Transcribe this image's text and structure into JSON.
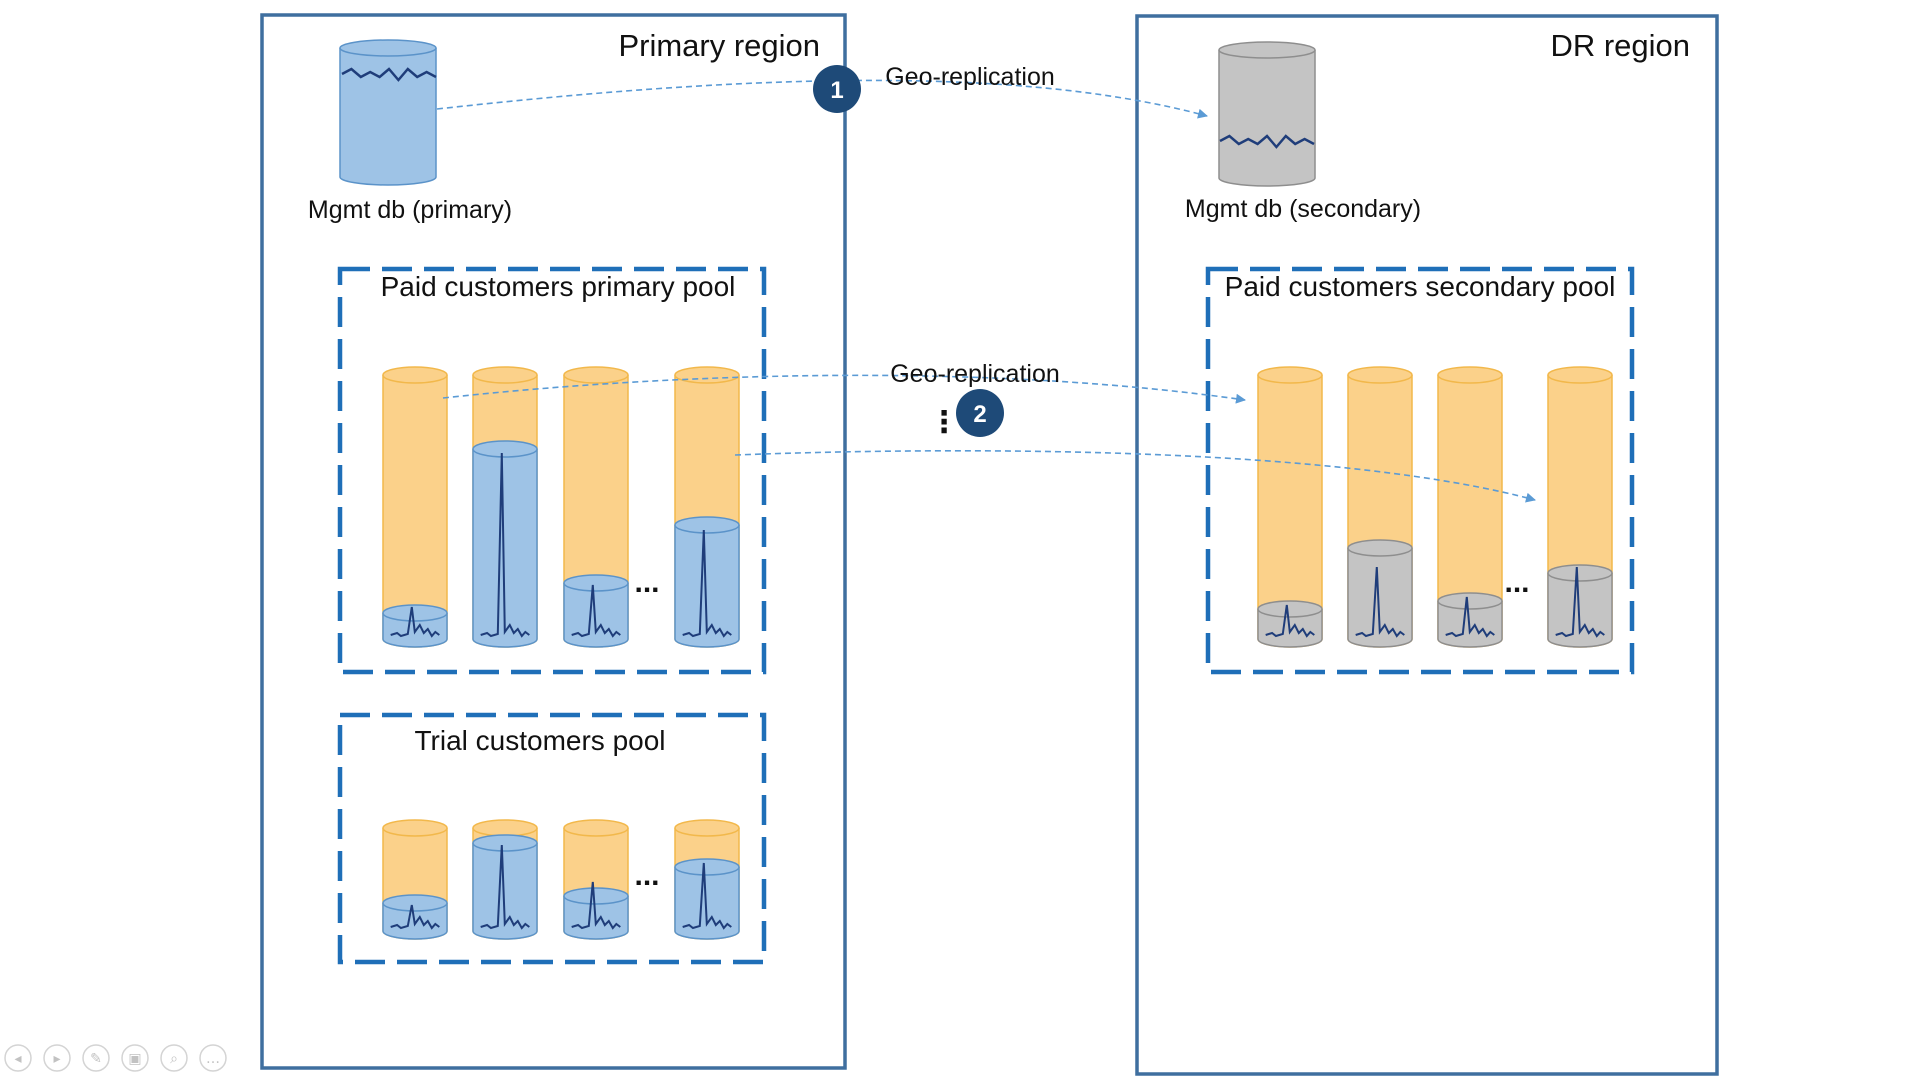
{
  "colors": {
    "region_border": "#3f6f9f",
    "pool_border": "#1f6fb8",
    "cyl_orange_fill": "#fbd18a",
    "cyl_orange_stroke": "#f2b84b",
    "cyl_blue_fill": "#9ec3e6",
    "cyl_blue_stroke": "#5b93c9",
    "cyl_gray_fill": "#c4c4c4",
    "cyl_gray_stroke": "#8e8e8e",
    "spark": "#1f3d7a",
    "arrow": "#5b9bd5",
    "badge": "#1e4a78"
  },
  "regions": {
    "primary": {
      "title": "Primary region"
    },
    "dr": {
      "title": "DR region"
    }
  },
  "mgmt_db": {
    "primary_label": "Mgmt db (primary)",
    "secondary_label": "Mgmt db (secondary)"
  },
  "pools": {
    "paid_primary": {
      "title": "Paid customers primary pool",
      "ellipsis": "..."
    },
    "paid_secondary": {
      "title": "Paid customers secondary pool",
      "ellipsis": "..."
    },
    "trial": {
      "title": "Trial customers pool",
      "ellipsis": "..."
    }
  },
  "replication": {
    "first": {
      "label": "Geo-replication",
      "step": "1"
    },
    "second": {
      "label": "Geo-replication",
      "step": "2",
      "ellipsis": "⋮"
    }
  },
  "slideshow_controls": [
    "previous-icon",
    "next-icon",
    "pen-icon",
    "slides-icon",
    "zoom-icon",
    "more-icon"
  ]
}
